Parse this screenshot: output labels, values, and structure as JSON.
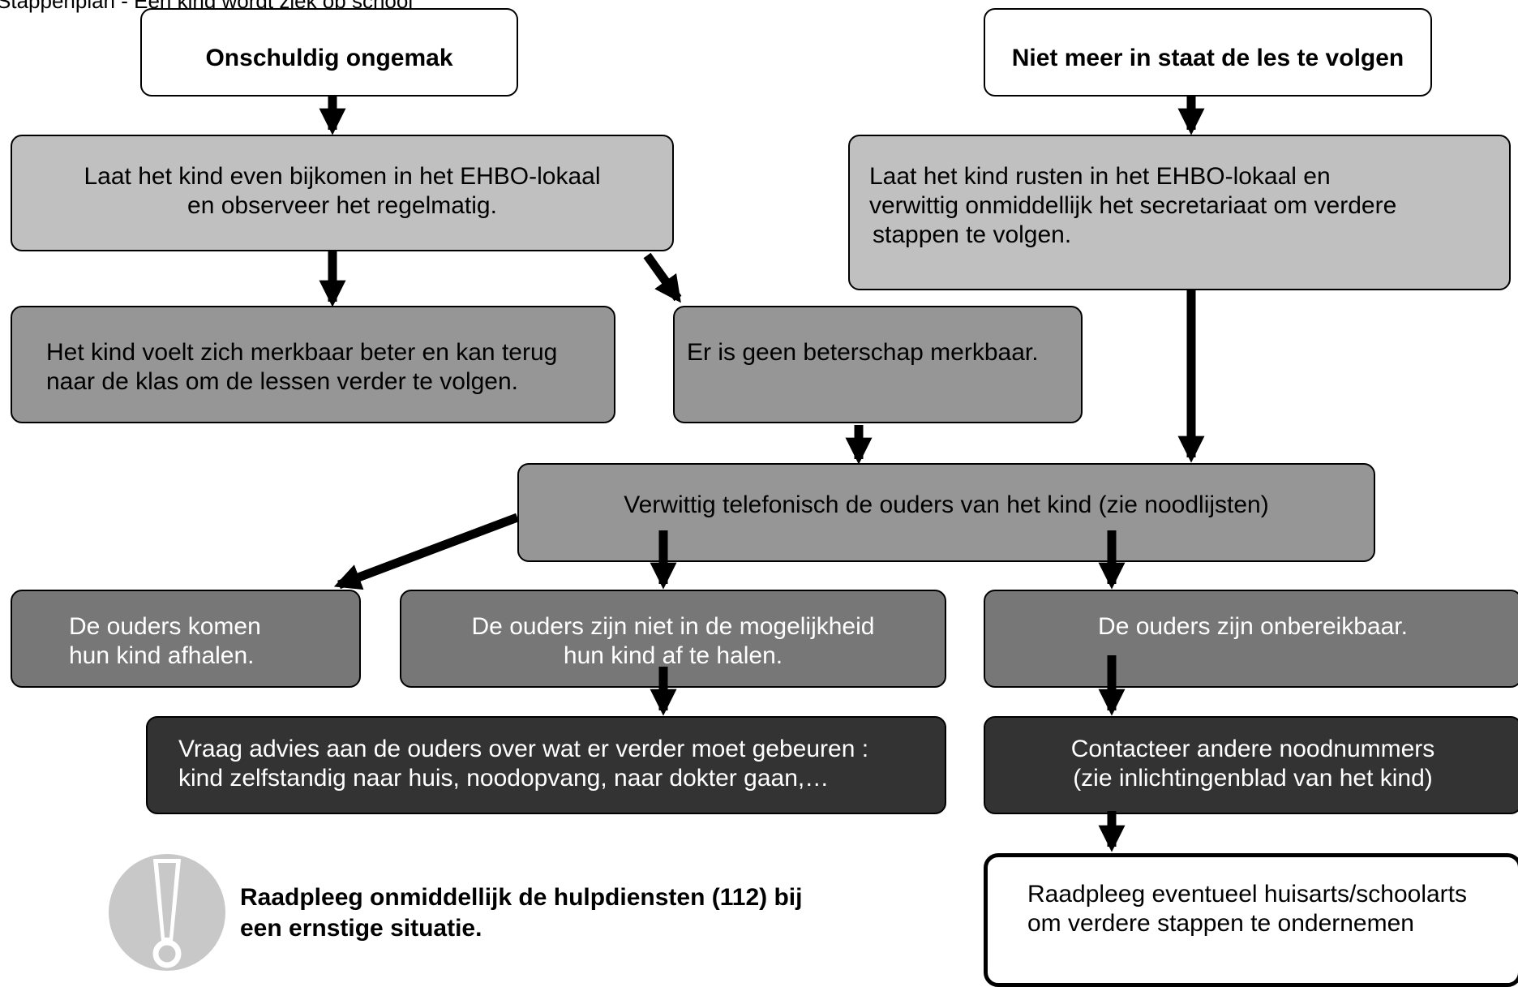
{
  "header": {
    "text": "Stappenplan - Een kind wordt ziek op school"
  },
  "boxes": {
    "onschuldig": {
      "text": "Onschuldig ongemak"
    },
    "niet_meer": {
      "text": "Niet meer in staat de les te volgen"
    },
    "laat_bijkomen": {
      "line1": "Laat het kind even bijkomen in het EHBO-lokaal",
      "line2": "en observeer het regelmatig."
    },
    "laat_rusten": {
      "line1": "Laat het kind rusten in het EHBO-lokaal en",
      "line2": "verwittig onmiddellijk het secretariaat om verdere",
      "line3": "stappen te volgen."
    },
    "beter": {
      "line1": "Het kind voelt zich merkbaar beter en kan terug",
      "line2": "naar de klas om de lessen verder te volgen."
    },
    "geen_beterschap": {
      "text": "Er is geen beterschap merkbaar."
    },
    "verwittig_ouders": {
      "text": "Verwittig telefonisch de ouders van het kind (zie noodlijsten)"
    },
    "ouders_komen": {
      "line1": "De ouders komen",
      "line2": "hun kind afhalen."
    },
    "ouders_niet": {
      "line1": "De ouders zijn niet in de mogelijkheid",
      "line2": "hun kind af te halen."
    },
    "onbereikbaar": {
      "text": "De ouders zijn onbereikbaar."
    },
    "vraag_advies": {
      "line1": "Vraag advies aan de ouders over wat er verder moet gebeuren :",
      "line2": "kind zelfstandig naar huis, noodopvang, naar dokter gaan,…"
    },
    "contacteer": {
      "line1": "Contacteer andere noodnummers",
      "line2": "(zie inlichtingenblad van het kind)"
    },
    "raadpleeg_huisarts": {
      "line1": "Raadpleeg eventueel huisarts/schoolarts",
      "line2": "om verdere stappen te ondernemen"
    }
  },
  "warning": {
    "icon": "exclamation-icon",
    "line1": "Raadpleeg onmiddellijk de hulpdiensten (112) bij",
    "line2": "een ernstige situatie."
  },
  "colors": {
    "white": "#ffffff",
    "light_gray": "#c0c0c0",
    "mid_gray": "#969696",
    "dark_gray": "#777777",
    "darkest": "#333333",
    "icon_gray": "#c8c8c8"
  }
}
